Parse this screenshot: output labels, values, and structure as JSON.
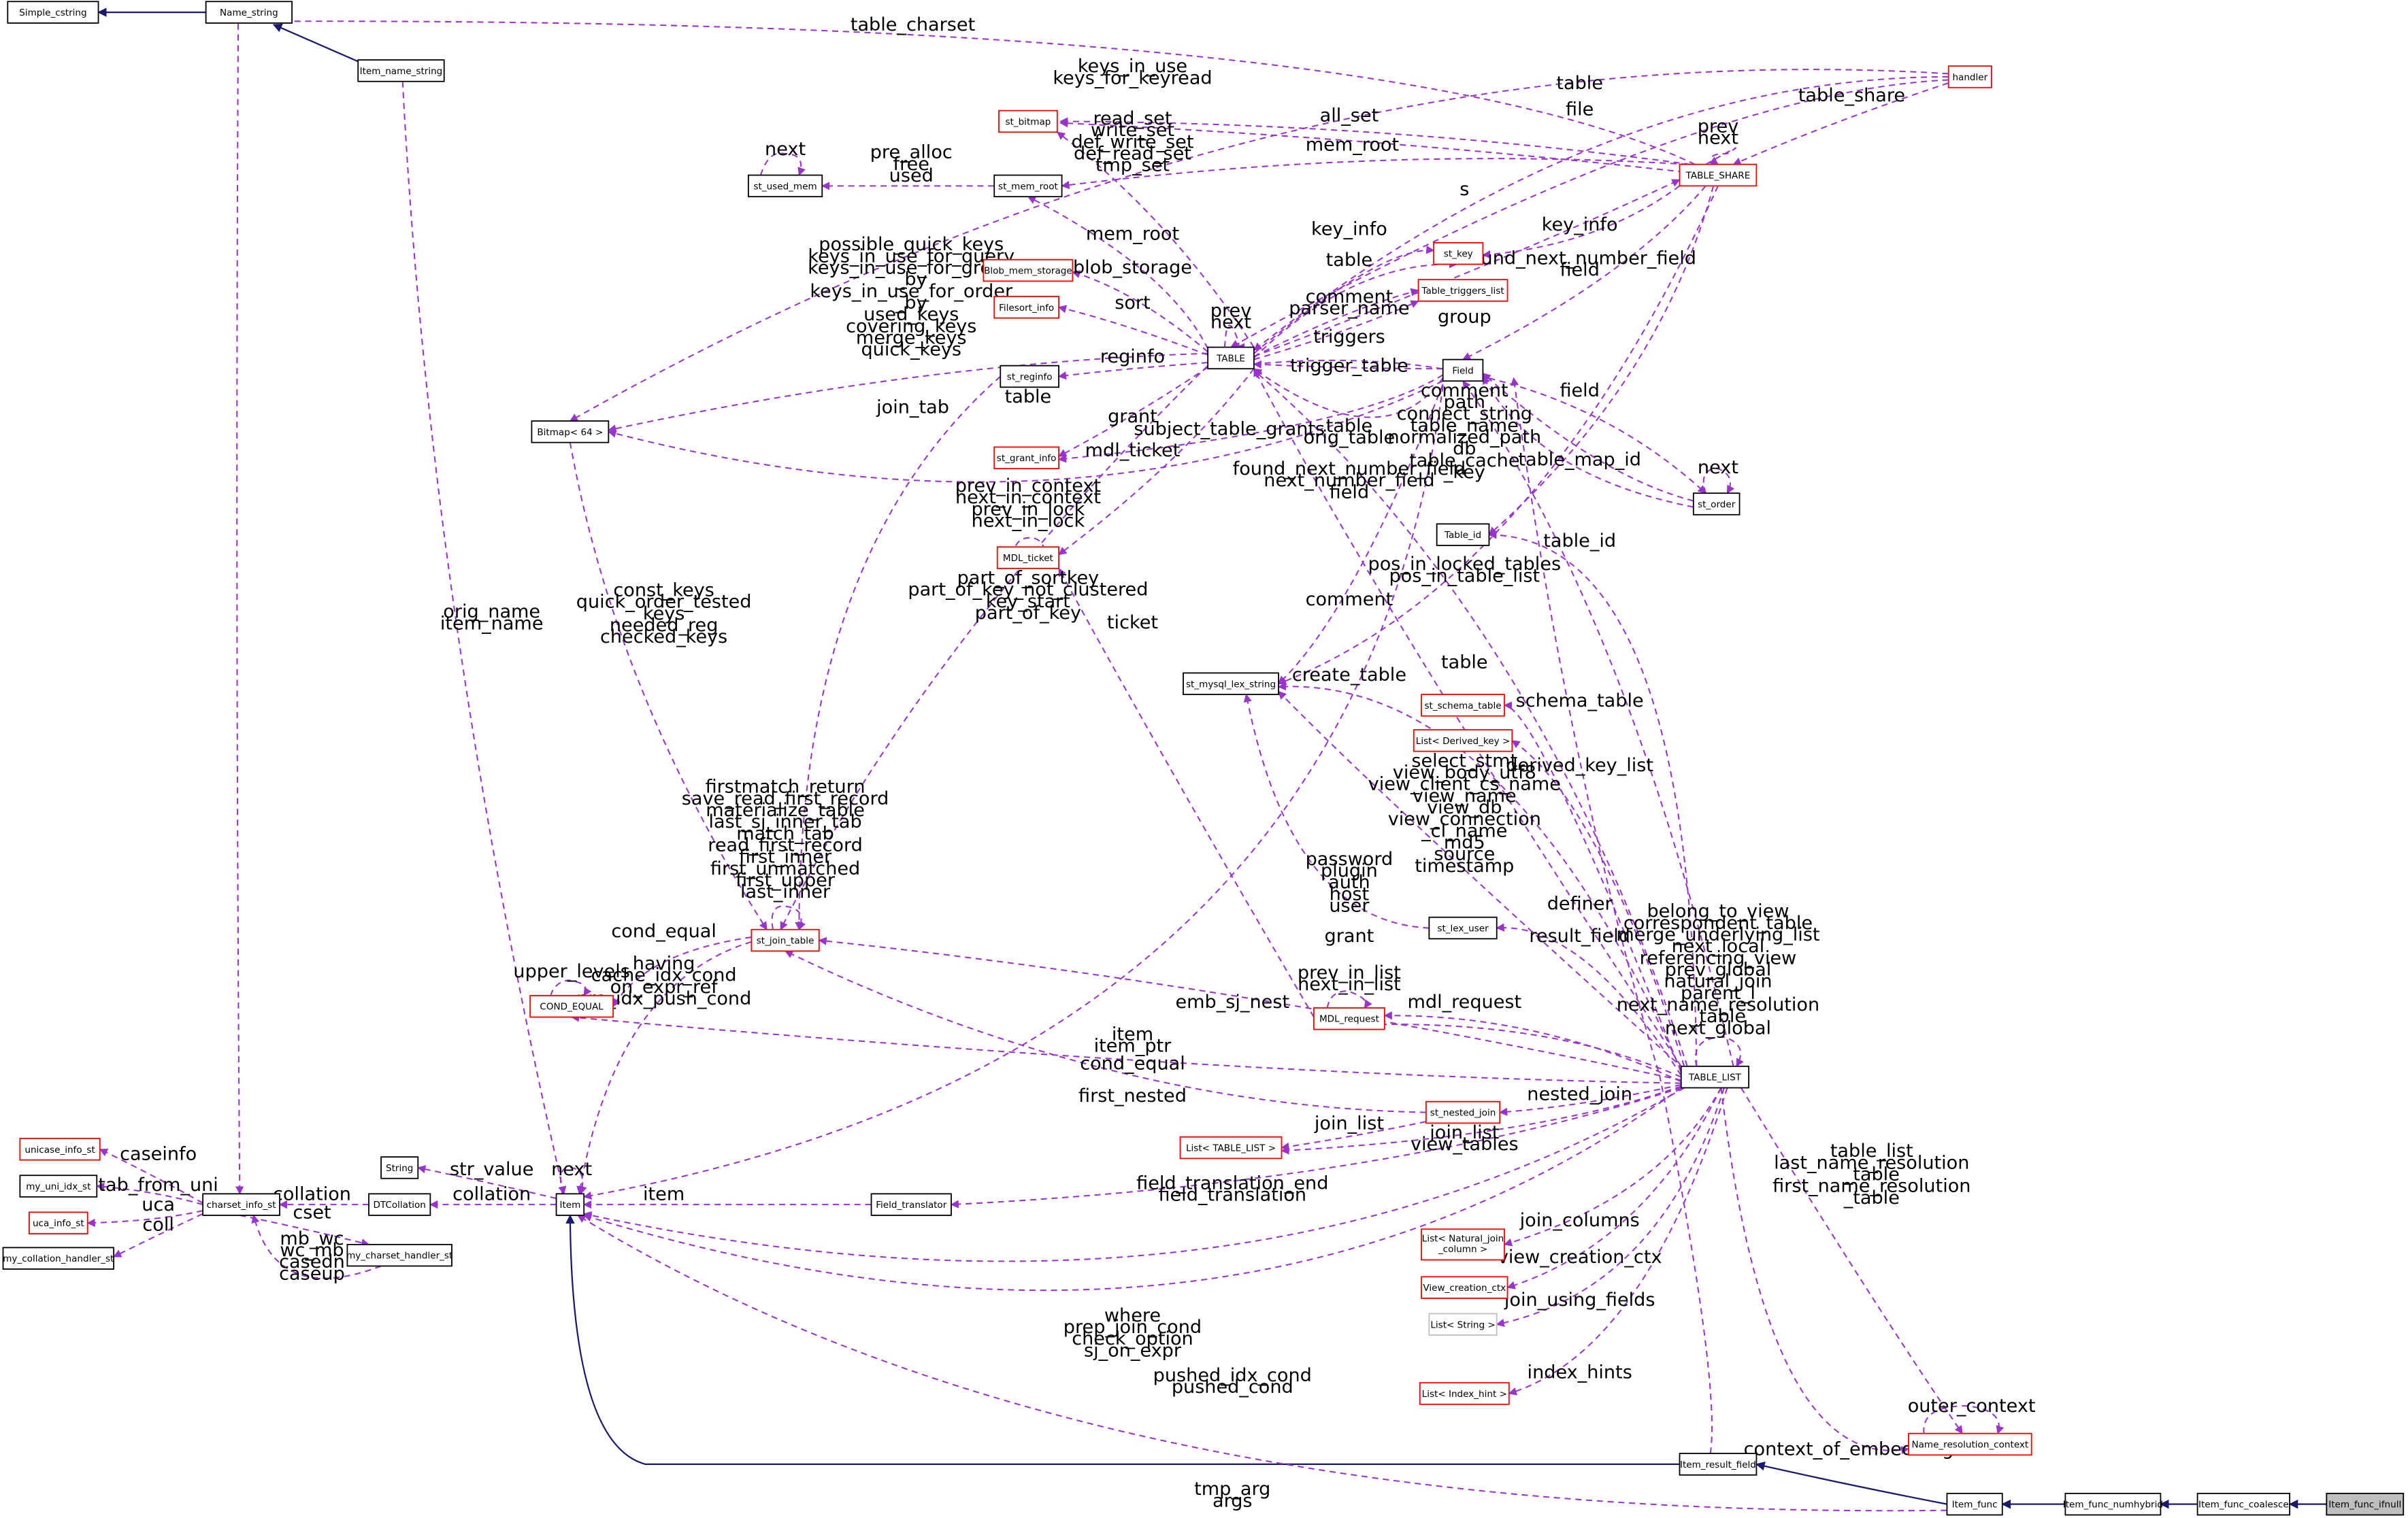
{
  "graph": {
    "colors": {
      "inherit": "#191970",
      "member": "#9a32cd",
      "node_black": "#000000",
      "node_red": "#ff0000",
      "node_gray": "#bfbfbf",
      "highlight": "#bfbfbf",
      "text": "#000000"
    },
    "nodes": [
      {
        "id": "Simple_cstring",
        "label": "Simple_cstring",
        "border": "black"
      },
      {
        "id": "Name_string",
        "label": "Name_string",
        "border": "black"
      },
      {
        "id": "Item_name_string",
        "label": "Item_name_string",
        "border": "black"
      },
      {
        "id": "handler",
        "label": "handler",
        "border": "red"
      },
      {
        "id": "TABLE_SHARE",
        "label": "TABLE_SHARE",
        "border": "red"
      },
      {
        "id": "st_bitmap",
        "label": "st_bitmap",
        "border": "red"
      },
      {
        "id": "st_mem_root",
        "label": "st_mem_root",
        "border": "black"
      },
      {
        "id": "st_used_mem",
        "label": "st_used_mem",
        "border": "black"
      },
      {
        "id": "Blob_mem_storage",
        "label": "Blob_mem_storage",
        "border": "red"
      },
      {
        "id": "Filesort_info",
        "label": "Filesort_info",
        "border": "red"
      },
      {
        "id": "st_key",
        "label": "st_key",
        "border": "red"
      },
      {
        "id": "Table_triggers_list",
        "label": "Table_triggers_list",
        "border": "red"
      },
      {
        "id": "TABLE",
        "label": "TABLE",
        "border": "black"
      },
      {
        "id": "st_reginfo",
        "label": "st_reginfo",
        "border": "black"
      },
      {
        "id": "Field",
        "label": "Field",
        "border": "black"
      },
      {
        "id": "Bitmap64",
        "label": "Bitmap< 64 >",
        "border": "black"
      },
      {
        "id": "st_grant_info",
        "label": "st_grant_info",
        "border": "red"
      },
      {
        "id": "st_order",
        "label": "st_order",
        "border": "black"
      },
      {
        "id": "Table_id",
        "label": "Table_id",
        "border": "black"
      },
      {
        "id": "MDL_ticket",
        "label": "MDL_ticket",
        "border": "red"
      },
      {
        "id": "st_mysql_lex_string",
        "label": "st_mysql_lex_string",
        "border": "black"
      },
      {
        "id": "st_schema_table",
        "label": "st_schema_table",
        "border": "red"
      },
      {
        "id": "List_Derived_key",
        "label": "List< Derived_key >",
        "border": "red"
      },
      {
        "id": "st_lex_user",
        "label": "st_lex_user",
        "border": "black"
      },
      {
        "id": "st_join_table",
        "label": "st_join_table",
        "border": "red"
      },
      {
        "id": "COND_EQUAL",
        "label": "COND_EQUAL",
        "border": "red"
      },
      {
        "id": "MDL_request",
        "label": "MDL_request",
        "border": "red"
      },
      {
        "id": "TABLE_LIST",
        "label": "TABLE_LIST",
        "border": "black"
      },
      {
        "id": "st_nested_join",
        "label": "st_nested_join",
        "border": "red"
      },
      {
        "id": "List_TABLE_LIST",
        "label": "List< TABLE_LIST >",
        "border": "red"
      },
      {
        "id": "unicase_info_st",
        "label": "unicase_info_st",
        "border": "red"
      },
      {
        "id": "my_uni_idx_st",
        "label": "my_uni_idx_st",
        "border": "black"
      },
      {
        "id": "uca_info_st",
        "label": "uca_info_st",
        "border": "red"
      },
      {
        "id": "my_collation_handler_st",
        "label": "my_collation_handler_st",
        "border": "black"
      },
      {
        "id": "charset_info_st",
        "label": "charset_info_st",
        "border": "black"
      },
      {
        "id": "String",
        "label": "String",
        "border": "black"
      },
      {
        "id": "DTCollation",
        "label": "DTCollation",
        "border": "black"
      },
      {
        "id": "Item",
        "label": "Item",
        "border": "black"
      },
      {
        "id": "Field_translator",
        "label": "Field_translator",
        "border": "black"
      },
      {
        "id": "my_charset_handler_st",
        "label": "my_charset_handler_st",
        "border": "black"
      },
      {
        "id": "List_Natural_join_column",
        "label": "List< Natural_join\n_column >",
        "border": "red"
      },
      {
        "id": "View_creation_ctx",
        "label": "View_creation_ctx",
        "border": "red"
      },
      {
        "id": "List_String",
        "label": "List< String >",
        "border": "gray"
      },
      {
        "id": "List_Index_hint",
        "label": "List< Index_hint >",
        "border": "red"
      },
      {
        "id": "Name_resolution_context",
        "label": "Name_resolution_context",
        "border": "red"
      },
      {
        "id": "Item_result_field",
        "label": "Item_result_field",
        "border": "black"
      },
      {
        "id": "Item_func",
        "label": "Item_func",
        "border": "black"
      },
      {
        "id": "Item_func_numhybrid",
        "label": "Item_func_numhybrid",
        "border": "black"
      },
      {
        "id": "Item_func_coalesce",
        "label": "Item_func_coalesce",
        "border": "black"
      },
      {
        "id": "Item_func_ifnull",
        "label": "Item_func_ifnull",
        "border": "black",
        "highlight": true
      }
    ],
    "edge_labels": [
      {
        "id": "e_table_charset",
        "lines": [
          "table_charset"
        ]
      },
      {
        "id": "e_keys_in_use",
        "lines": [
          "keys_in_use",
          "keys_for_keyread"
        ]
      },
      {
        "id": "e_table_h",
        "lines": [
          "table"
        ]
      },
      {
        "id": "e_file",
        "lines": [
          "file"
        ]
      },
      {
        "id": "e_table_share",
        "lines": [
          "table_share"
        ]
      },
      {
        "id": "e_read_set",
        "lines": [
          "read_set",
          "write_set",
          "def_write_set",
          "def_read_set",
          "tmp_set"
        ]
      },
      {
        "id": "e_all_set",
        "lines": [
          "all_set"
        ]
      },
      {
        "id": "e_prev_next_ts",
        "lines": [
          "prev",
          "next"
        ]
      },
      {
        "id": "e_mem_root_ts",
        "lines": [
          "mem_root"
        ]
      },
      {
        "id": "e_pre_alloc",
        "lines": [
          "pre_alloc",
          "free",
          "used"
        ]
      },
      {
        "id": "e_next_um",
        "lines": [
          "next"
        ]
      },
      {
        "id": "e_s",
        "lines": [
          "s"
        ]
      },
      {
        "id": "e_mem_root_t",
        "lines": [
          "mem_root"
        ]
      },
      {
        "id": "e_key_info_t",
        "lines": [
          "key_info"
        ]
      },
      {
        "id": "e_key_info_ts",
        "lines": [
          "key_info"
        ]
      },
      {
        "id": "e_table_key",
        "lines": [
          "table"
        ]
      },
      {
        "id": "e_found_next_ts",
        "lines": [
          "found_next_number_field",
          "field"
        ]
      },
      {
        "id": "e_possible_keys",
        "lines": [
          "possible_quick_keys",
          "keys_in_use_for_query",
          "keys_in_use_for_group",
          "_by",
          "keys_in_use_for_order",
          "_by",
          "used_keys",
          "covering_keys",
          "merge_keys",
          "quick_keys"
        ]
      },
      {
        "id": "e_blob_storage",
        "lines": [
          "blob_storage"
        ]
      },
      {
        "id": "e_comment_parser",
        "lines": [
          "comment",
          "parser_name"
        ]
      },
      {
        "id": "e_sort",
        "lines": [
          "sort"
        ]
      },
      {
        "id": "e_group",
        "lines": [
          "group"
        ]
      },
      {
        "id": "e_triggers",
        "lines": [
          "triggers"
        ]
      },
      {
        "id": "e_prev_next_t",
        "lines": [
          "prev",
          "next"
        ]
      },
      {
        "id": "e_reginfo",
        "lines": [
          "reginfo"
        ]
      },
      {
        "id": "e_trigger_table",
        "lines": [
          "trigger_table"
        ]
      },
      {
        "id": "e_join_tab",
        "lines": [
          "join_tab"
        ]
      },
      {
        "id": "e_table_jt",
        "lines": [
          "table"
        ]
      },
      {
        "id": "e_grant",
        "lines": [
          "grant"
        ]
      },
      {
        "id": "e_field_order",
        "lines": [
          "field"
        ]
      },
      {
        "id": "e_comment_path",
        "lines": [
          "comment",
          "path",
          "connect_string",
          "table_name",
          "normalized_path",
          "db",
          "table_cache",
          "_key"
        ]
      },
      {
        "id": "e_subject_grants",
        "lines": [
          "subject_table_grants"
        ]
      },
      {
        "id": "e_table_orig",
        "lines": [
          "table",
          "orig_table"
        ]
      },
      {
        "id": "e_mdl_ticket",
        "lines": [
          "mdl_ticket"
        ]
      },
      {
        "id": "e_next_order",
        "lines": [
          "next"
        ]
      },
      {
        "id": "e_table_map_id",
        "lines": [
          "table_map_id"
        ]
      },
      {
        "id": "e_found_next_t",
        "lines": [
          "found_next_number_field",
          "next_number_field",
          "field"
        ]
      },
      {
        "id": "e_prev_in_context",
        "lines": [
          "prev_in_context",
          "next_in_context",
          "prev_in_lock",
          "next_in_lock"
        ]
      },
      {
        "id": "e_table_id",
        "lines": [
          "table_id"
        ]
      },
      {
        "id": "e_part_of_sortkey",
        "lines": [
          "part_of_sortkey",
          "part_of_key_not_clustered",
          "key_start",
          "part_of_key"
        ]
      },
      {
        "id": "e_pos_in_locked",
        "lines": [
          "pos_in_locked_tables",
          "pos_in_table_list"
        ]
      },
      {
        "id": "e_const_keys",
        "lines": [
          "const_keys",
          "quick_order_tested",
          "keys",
          "needed_reg",
          "checked_keys"
        ]
      },
      {
        "id": "e_comment_lex",
        "lines": [
          "comment"
        ]
      },
      {
        "id": "e_ticket",
        "lines": [
          "ticket"
        ]
      },
      {
        "id": "e_table_tl",
        "lines": [
          "table"
        ]
      },
      {
        "id": "e_create_table",
        "lines": [
          "create_table"
        ]
      },
      {
        "id": "e_schema_table",
        "lines": [
          "schema_table"
        ]
      },
      {
        "id": "e_derived_key_list",
        "lines": [
          "derived_key_list"
        ]
      },
      {
        "id": "e_select_stmt",
        "lines": [
          "select_stmt",
          "view_body_utf8",
          "view_client_cs_name",
          "view_name",
          "view_db",
          "view_connection",
          "_cl_name",
          "md5",
          "source",
          "timestamp"
        ]
      },
      {
        "id": "e_firstmatch",
        "lines": [
          "firstmatch_return",
          "save_read_first_record",
          "materialize_table",
          "last_sj_inner_tab",
          "match_tab",
          "read_first_record",
          "first_inner",
          "first_unmatched",
          "first_upper",
          "last_inner"
        ]
      },
      {
        "id": "e_password",
        "lines": [
          "password",
          "plugin",
          "auth",
          "host",
          "user"
        ]
      },
      {
        "id": "e_definer",
        "lines": [
          "definer"
        ]
      },
      {
        "id": "e_belong_to_view",
        "lines": [
          "belong_to_view",
          "correspondent_table",
          "merge_underlying_list",
          "next_local",
          "referencing_view",
          "prev_global",
          "natural_join",
          "parent_l",
          "next_name_resolution",
          "_table",
          "next_global"
        ]
      },
      {
        "id": "e_result_field",
        "lines": [
          "result_field"
        ]
      },
      {
        "id": "e_cond_equal_jt",
        "lines": [
          "cond_equal"
        ]
      },
      {
        "id": "e_grant_tl",
        "lines": [
          "grant"
        ]
      },
      {
        "id": "e_upper_levels",
        "lines": [
          "upper_levels"
        ]
      },
      {
        "id": "e_having",
        "lines": [
          "having",
          "cache_idx_cond",
          "on_expr_ref",
          "pre_idx_push_cond"
        ]
      },
      {
        "id": "e_prev_in_list",
        "lines": [
          "prev_in_list",
          "next_in_list"
        ]
      },
      {
        "id": "e_emb_sj_nest",
        "lines": [
          "emb_sj_nest"
        ]
      },
      {
        "id": "e_mdl_request",
        "lines": [
          "mdl_request"
        ]
      },
      {
        "id": "e_item_ptr",
        "lines": [
          "item",
          "item_ptr"
        ]
      },
      {
        "id": "e_cond_equal_tl",
        "lines": [
          "cond_equal"
        ]
      },
      {
        "id": "e_first_nested",
        "lines": [
          "first_nested"
        ]
      },
      {
        "id": "e_nested_join",
        "lines": [
          "nested_join"
        ]
      },
      {
        "id": "e_join_list",
        "lines": [
          "join_list"
        ]
      },
      {
        "id": "e_join_list_view",
        "lines": [
          "join_list",
          "view_tables"
        ]
      },
      {
        "id": "e_caseinfo",
        "lines": [
          "caseinfo"
        ]
      },
      {
        "id": "e_next_item",
        "lines": [
          "next"
        ]
      },
      {
        "id": "e_str_value",
        "lines": [
          "str_value"
        ]
      },
      {
        "id": "e_tab_from_uni",
        "lines": [
          "tab_from_uni"
        ]
      },
      {
        "id": "e_collation_cs",
        "lines": [
          "collation"
        ]
      },
      {
        "id": "e_collation_dt",
        "lines": [
          "collation"
        ]
      },
      {
        "id": "e_uca",
        "lines": [
          "uca"
        ]
      },
      {
        "id": "e_item_ft",
        "lines": [
          "item"
        ]
      },
      {
        "id": "e_field_translation",
        "lines": [
          "field_translation_end",
          "field_translation"
        ]
      },
      {
        "id": "e_coll",
        "lines": [
          "coll"
        ]
      },
      {
        "id": "e_cset",
        "lines": [
          "cset"
        ]
      },
      {
        "id": "e_mb_wc",
        "lines": [
          "mb_wc",
          "wc_mb",
          "casedn",
          "caseup"
        ]
      },
      {
        "id": "e_orig_name",
        "lines": [
          "orig_name",
          "item_name"
        ]
      },
      {
        "id": "e_table_list",
        "lines": [
          "table_list",
          "last_name_resolution",
          "_table",
          "first_name_resolution",
          "_table"
        ]
      },
      {
        "id": "e_join_columns",
        "lines": [
          "join_columns"
        ]
      },
      {
        "id": "e_view_creation_ctx",
        "lines": [
          "view_creation_ctx"
        ]
      },
      {
        "id": "e_join_using_fields",
        "lines": [
          "join_using_fields"
        ]
      },
      {
        "id": "e_where",
        "lines": [
          "where",
          "prep_join_cond",
          "check_option",
          "sj_on_expr"
        ]
      },
      {
        "id": "e_pushed_idx",
        "lines": [
          "pushed_idx_cond",
          "pushed_cond"
        ]
      },
      {
        "id": "e_index_hints",
        "lines": [
          "index_hints"
        ]
      },
      {
        "id": "e_outer_context",
        "lines": [
          "outer_context"
        ]
      },
      {
        "id": "e_context_of_embedding",
        "lines": [
          "context_of_embedding"
        ]
      },
      {
        "id": "e_tmp_arg",
        "lines": [
          "tmp_arg",
          "args"
        ]
      }
    ]
  }
}
